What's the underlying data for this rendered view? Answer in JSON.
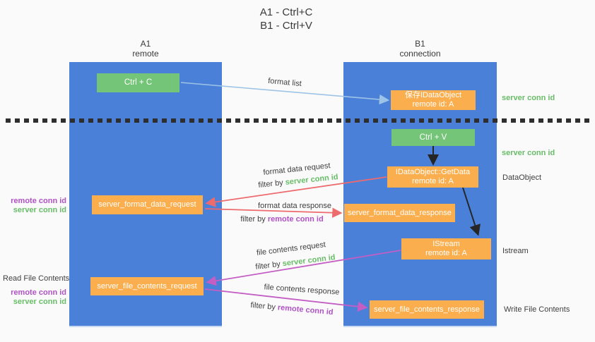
{
  "title": {
    "line1": "A1 - Ctrl+C",
    "line2": "B1 - Ctrl+V"
  },
  "lanes": {
    "a": {
      "name": "A1",
      "subtitle": "remote"
    },
    "b": {
      "name": "B1",
      "subtitle": "connection"
    }
  },
  "boxes": {
    "ctrl_c": {
      "label": "Ctrl + C"
    },
    "save_dataobject": {
      "line1": "保存IDataObject",
      "line2": "remote id: A"
    },
    "ctrl_v": {
      "label": "Ctrl + V"
    },
    "getdata": {
      "line1": "IDataObject::GetData",
      "line2": "remote id: A"
    },
    "format_request": {
      "label": "server_format_data_request"
    },
    "format_response": {
      "label": "server_format_data_response"
    },
    "istream": {
      "line1": "IStream",
      "line2": "remote id: A"
    },
    "file_request": {
      "label": "server_file_contents_request"
    },
    "file_response": {
      "label": "server_file_contents_response"
    }
  },
  "arrow_labels": {
    "format_list": "format list",
    "format_data_request": "format data request",
    "format_data_response": "format data response",
    "file_contents_request": "file contents request",
    "file_contents_response": "file contents response",
    "filter_by": "filter by ",
    "server_conn_id": "server conn id",
    "remote_conn_id": "remote conn id"
  },
  "side_labels": {
    "right_server_conn_top": "server conn id",
    "right_server_conn_mid": "server conn id",
    "right_dataobject": "DataObject",
    "right_istream": "Istream",
    "right_write_file_contents": "Write File Contents",
    "left_remote_conn_top": "remote conn id",
    "left_server_conn_top": "server conn id",
    "left_read_file_contents": "Read File Contents",
    "left_remote_conn_bottom": "remote conn id",
    "left_server_conn_bottom": "server conn id"
  },
  "colors": {
    "lane_blue": "#4a80d8",
    "box_green": "#74c577",
    "box_orange": "#fbae4d",
    "arrow_light_blue": "#9dc3e6",
    "arrow_black": "#262626",
    "arrow_salmon": "#ed6a6d",
    "arrow_magenta": "#c45ec4",
    "label_green": "#68bd68",
    "label_purple": "#b052c5",
    "text_dark": "#3f3f3f",
    "background": "#fafafa"
  }
}
